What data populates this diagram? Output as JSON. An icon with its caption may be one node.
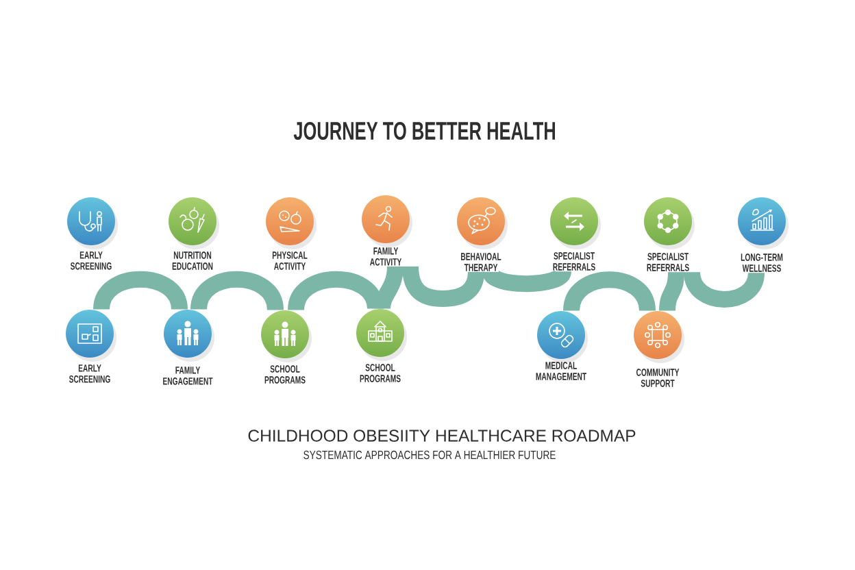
{
  "diagram": {
    "title": "JOURNEY TO BETTER HEALTH",
    "caption": "CHILDHOOD OBESIITY HEALTHCARE ROADMAP",
    "nodes": [
      {
        "text": [
          "EARLY SCREENING"
        ]
      },
      {
        "text": [
          "NUTRITION EDUCATION"
        ]
      },
      {
        "text": [
          "PHYSICAL ACTIVITY"
        ]
      },
      {
        "text": [
          "FAMILY ACTIVITY"
        ]
      },
      {
        "text": [
          "BEHAVIOAL THERAPY"
        ]
      },
      {
        "text": [
          "SPECIALIST REFERRALS"
        ]
      },
      {
        "text": [
          "SPECIALIST REFERRALS"
        ]
      },
      {
        "text": [
          "LONG-TERM WELLNESS"
        ]
      },
      {
        "text": [
          "EARLY SCREENING"
        ]
      },
      {
        "text": [
          "FAMILY ENGAGEMENT"
        ]
      },
      {
        "text": [
          "SCHOOL PROGRAMS"
        ]
      },
      {
        "text": [
          "SCHOOL PROGRAMS"
        ]
      },
      {
        "text": [
          "MEDICAL MANAGEMENT"
        ]
      },
      {
        "text": [
          "COMMUNITY SUPPORT"
        ]
      }
    ],
    "edges": [
      {
        "from": 8,
        "to": 9,
        "arrow": "none"
      },
      {
        "from": 9,
        "to": 10,
        "arrow": "none"
      },
      {
        "from": 10,
        "to": 11,
        "arrow": "none"
      },
      {
        "from": 11,
        "to": 3,
        "arrow": "none"
      },
      {
        "from": 3,
        "to": 4,
        "arrow": "none"
      },
      {
        "from": 4,
        "to": 5,
        "arrow": "none"
      },
      {
        "from": 12,
        "to": 13,
        "arrow": "none"
      },
      {
        "from": 13,
        "to": 6,
        "arrow": "none"
      },
      {
        "from": 6,
        "to": 7,
        "arrow": "none"
      }
    ],
    "labels": [
      "SYSTEMATIC APPROACHES FOR A HEALTHIER FUTURE"
    ]
  }
}
